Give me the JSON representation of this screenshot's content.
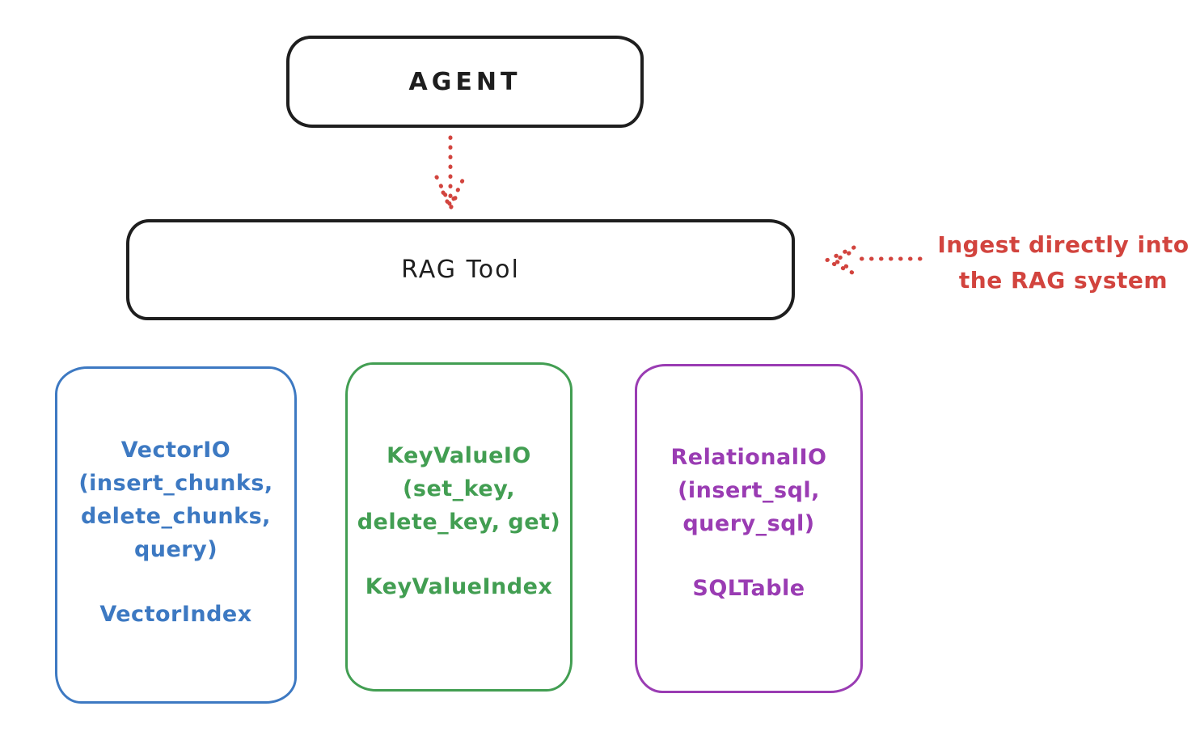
{
  "colors": {
    "ink": "#1e1e1e",
    "red": "#d2443e",
    "blue": "#3d79c2",
    "green": "#429e52",
    "purple": "#9a3cb3"
  },
  "agent": {
    "label": "AGENT"
  },
  "rag_tool": {
    "label": "RAG Tool"
  },
  "annotation": {
    "line1": "Ingest directly into",
    "line2": "the RAG system"
  },
  "io_boxes": [
    {
      "id": "vector-io",
      "title": "VectorIO",
      "args": [
        "(insert_chunks,",
        "delete_chunks,",
        "query)"
      ],
      "index_label": "VectorIndex"
    },
    {
      "id": "keyvalue-io",
      "title": "KeyValueIO",
      "args": [
        "(set_key,",
        "delete_key, get)"
      ],
      "index_label": "KeyValueIndex"
    },
    {
      "id": "relational-io",
      "title": "RelationalIO",
      "args": [
        "(insert_sql,",
        "query_sql)"
      ],
      "index_label": "SQLTable"
    }
  ]
}
